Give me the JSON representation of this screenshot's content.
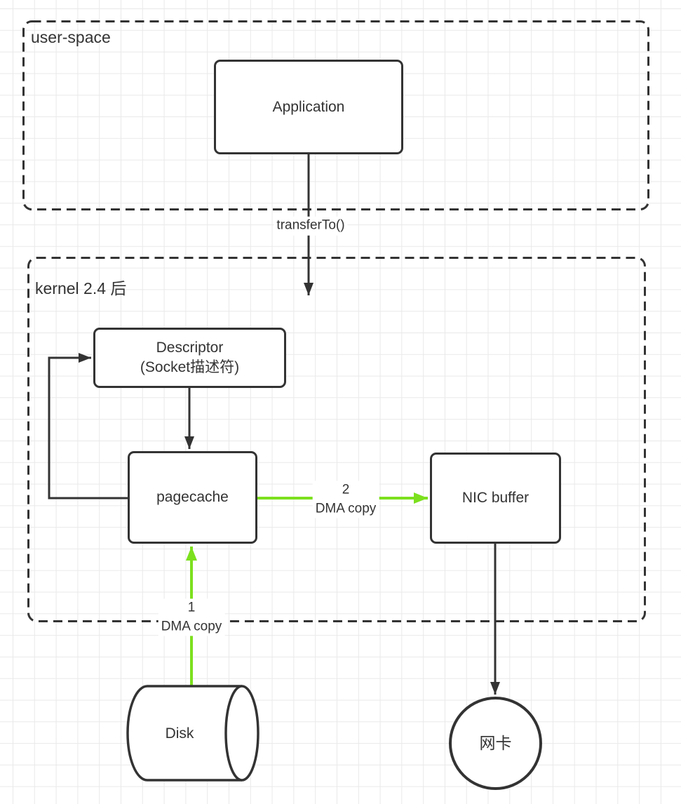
{
  "colors": {
    "stroke": "#333333",
    "green_accent": "#7ce01e",
    "grid_line": "#e9e9e9",
    "background": "#ffffff"
  },
  "containers": {
    "user_space": {
      "label": "user-space"
    },
    "kernel": {
      "label": "kernel 2.4 后"
    }
  },
  "nodes": {
    "application": {
      "label": "Application"
    },
    "descriptor": {
      "line1": "Descriptor",
      "line2": "(Socket描述符)"
    },
    "pagecache": {
      "label": "pagecache"
    },
    "nic_buffer": {
      "label": "NIC buffer"
    },
    "disk": {
      "label": "Disk"
    },
    "nic": {
      "label": "网卡"
    }
  },
  "edges": {
    "transfer_to": {
      "label": "transferTo()"
    },
    "dma_copy_1": {
      "number": "1",
      "label": "DMA copy"
    },
    "dma_copy_2": {
      "number": "2",
      "label": "DMA copy"
    }
  }
}
